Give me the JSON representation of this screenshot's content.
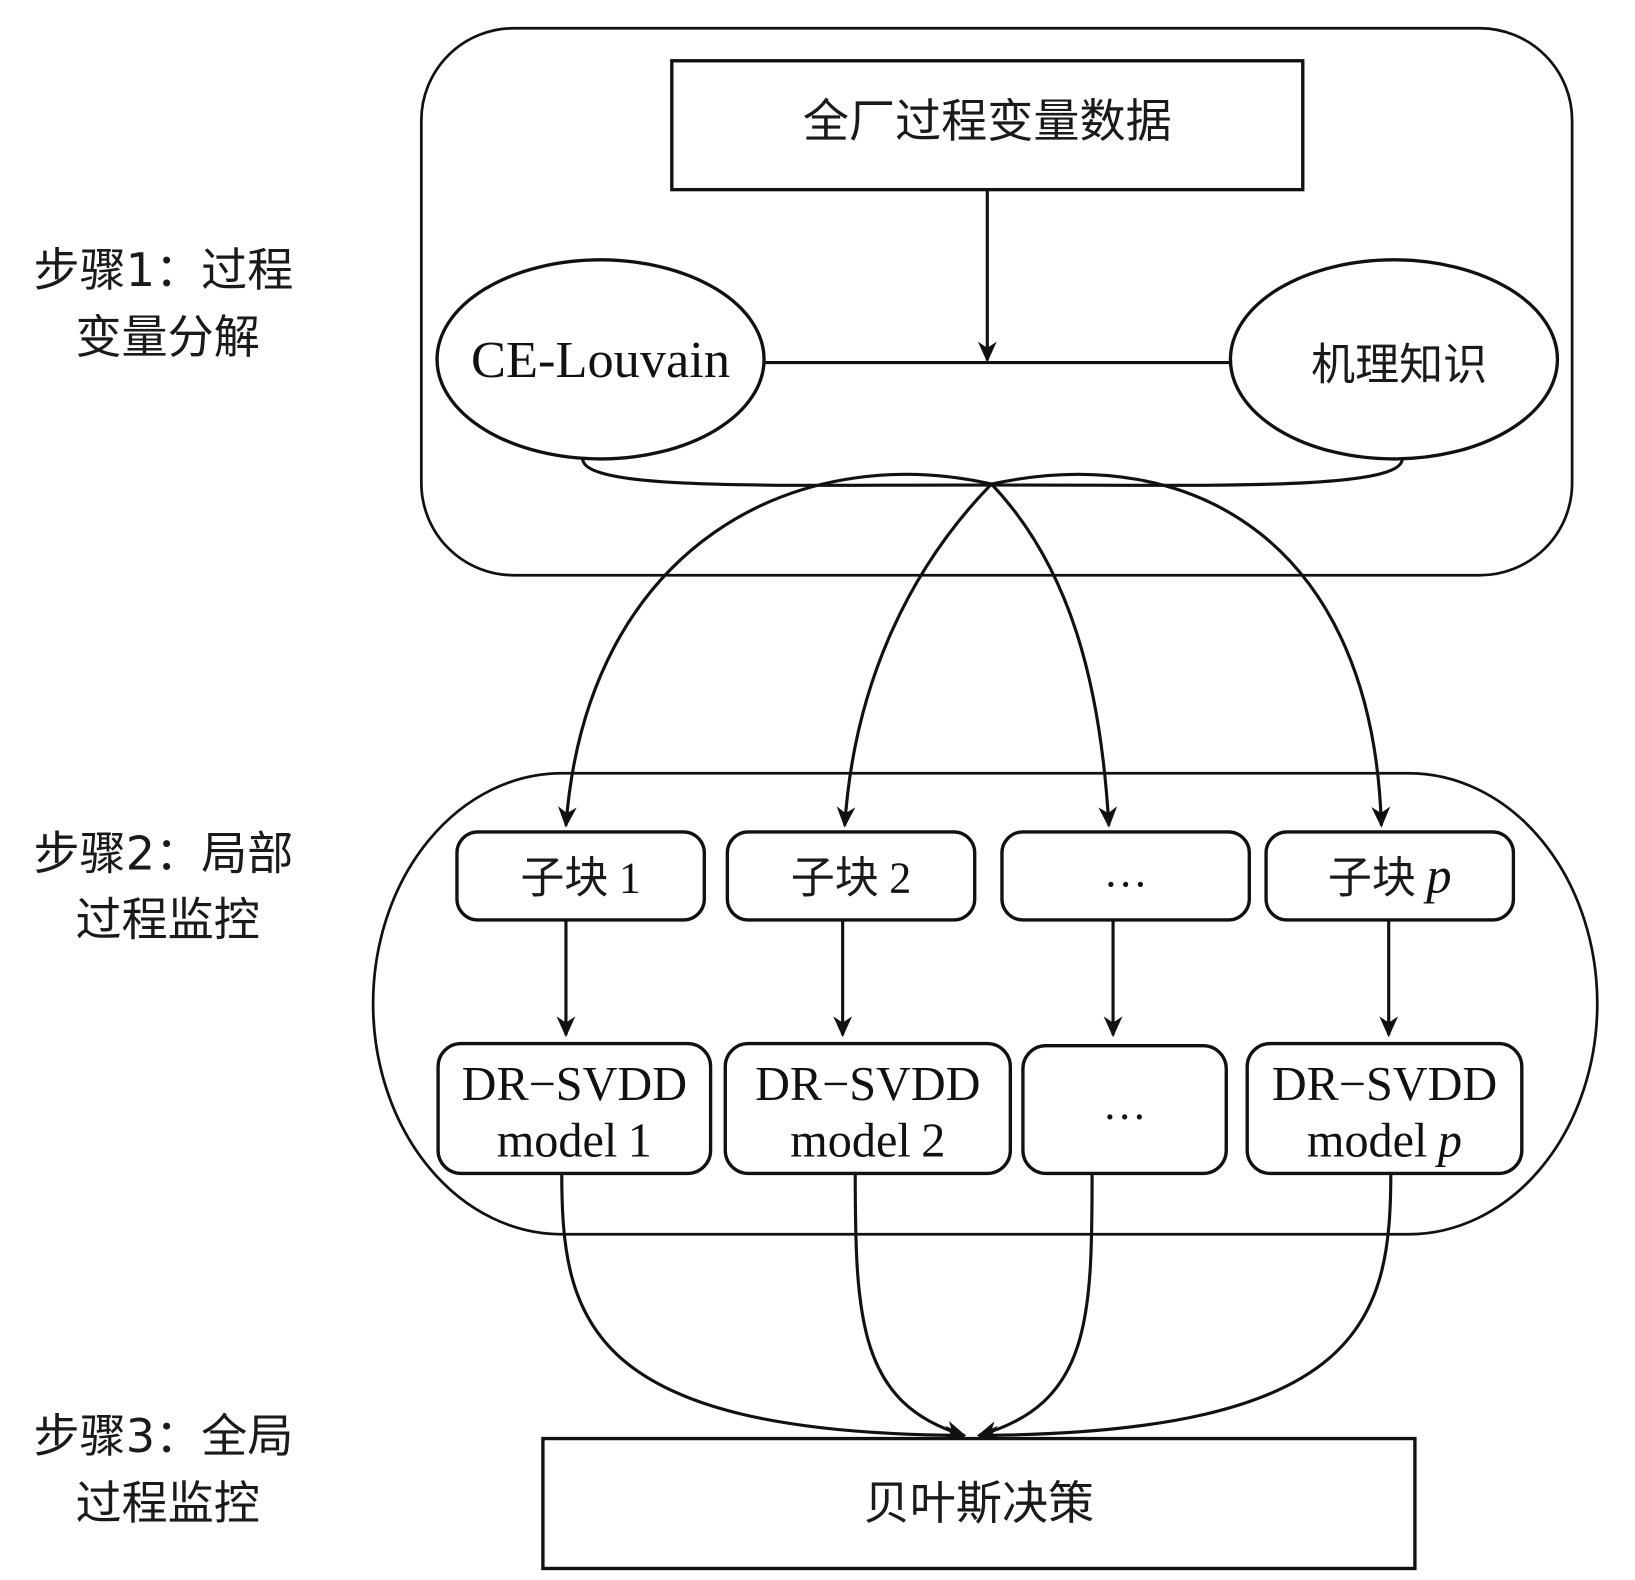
{
  "steps": [
    {
      "line1": "步骤1：过程",
      "line2": "变量分解"
    },
    {
      "line1": "步骤2：局部",
      "line2": "过程监控"
    },
    {
      "line1": "步骤3：全局",
      "line2": "过程监控"
    }
  ],
  "step1": {
    "data_box": "全厂过程变量数据",
    "left_node": "CE-Louvain",
    "right_node": "机理知识"
  },
  "step2": {
    "subblocks": [
      {
        "prefix": "子块",
        "index": "1",
        "index_italic": false
      },
      {
        "prefix": "子块",
        "index": "2",
        "index_italic": false
      },
      {
        "prefix": "",
        "index": "…",
        "index_italic": false
      },
      {
        "prefix": "子块",
        "index": "p",
        "index_italic": true
      }
    ],
    "models": [
      {
        "line1": "DR−SVDD",
        "line2_prefix": "model",
        "index": "1",
        "index_italic": false
      },
      {
        "line1": "DR−SVDD",
        "line2_prefix": "model",
        "index": "2",
        "index_italic": false
      },
      {
        "line1": "",
        "line2_prefix": "…",
        "index": "",
        "index_italic": false
      },
      {
        "line1": "DR−SVDD",
        "line2_prefix": "model",
        "index": "p",
        "index_italic": true
      }
    ]
  },
  "step3": {
    "decision_box": "贝叶斯决策"
  }
}
